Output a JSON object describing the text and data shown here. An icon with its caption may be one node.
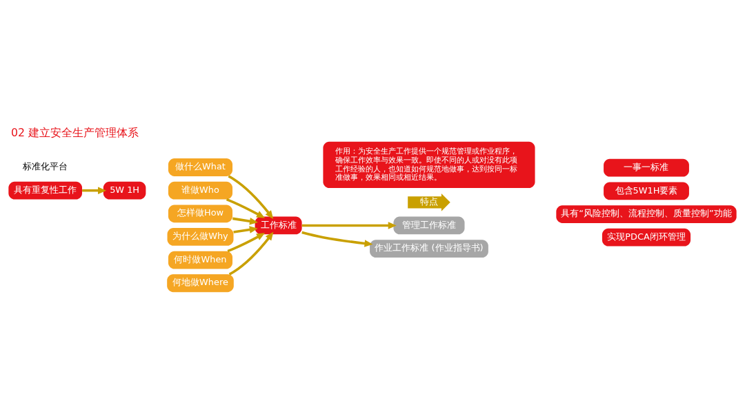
{
  "diagram": {
    "title": "02 建立安全生产管理体系",
    "nodes": [
      {
        "text": [
          "具有重复性工作"
        ]
      },
      {
        "text": [
          "5W 1H"
        ]
      },
      {
        "text": [
          "做什么What"
        ]
      },
      {
        "text": [
          "为什么做Why"
        ]
      },
      {
        "text": [
          "谁做Who"
        ]
      },
      {
        "text": [
          "何时做When"
        ]
      },
      {
        "text": [
          "何地做Where"
        ]
      },
      {
        "text": [
          "怎样做How"
        ]
      },
      {
        "text": [
          "工作标准"
        ]
      },
      {
        "text": [
          "特点"
        ]
      },
      {
        "text": [
          "一事一标准"
        ]
      },
      {
        "text": [
          "包含5W1H要素"
        ]
      },
      {
        "text": [
          "具有“风险控制、流程控制、质量控制”功能"
        ]
      },
      {
        "text": [
          "实现PDCA闭环管理"
        ]
      },
      {
        "text": [
          "管理工作标准"
        ]
      },
      {
        "text": [
          "作业工作标准 (作业指导书)"
        ]
      },
      {
        "text": [
          "作用：为安全生产工作提供一个规范管理或作业程序，确保工作效率与效果一致。即使不同的人或对没有此项工作经验的人，也知道如何规范地做事，达到按同一标准做事，效果相同或相近结果。"
        ]
      }
    ],
    "edges": [
      {
        "from": 0,
        "to": 1,
        "arrow": "to"
      },
      {
        "from": 2,
        "to": 8,
        "arrow": "to"
      },
      {
        "from": 3,
        "to": 8,
        "arrow": "to"
      },
      {
        "from": 4,
        "to": 8,
        "arrow": "to"
      },
      {
        "from": 5,
        "to": 8,
        "arrow": "to"
      },
      {
        "from": 6,
        "to": 8,
        "arrow": "to"
      },
      {
        "from": 7,
        "to": 8,
        "arrow": "to"
      },
      {
        "from": 8,
        "to": 14,
        "arrow": "to"
      },
      {
        "from": 8,
        "to": 15,
        "arrow": "to"
      }
    ],
    "labels": [
      "标准化平台"
    ]
  }
}
